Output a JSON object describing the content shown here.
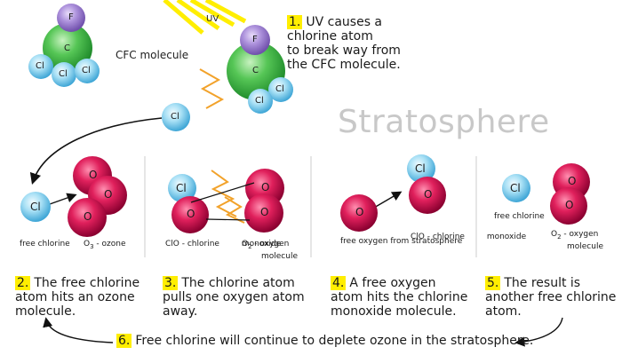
{
  "colors": {
    "chlorine": "#8fd3ef",
    "oxygen": "#d0104a",
    "carbon": "#4cc24c",
    "fluorine": "#a98ad6",
    "uv": "#ffee00",
    "highlight": "#ffee00",
    "bond": "#f2a22a",
    "watermark": "#c8c8c8"
  },
  "labels": {
    "uv": "UV",
    "cfc_molecule": "CFC molecule",
    "stratosphere": "Stratosphere",
    "free_chlorine": "free chlorine",
    "o3": "O",
    "o3_sub": "3",
    "o3_rest": " - ozone",
    "clo_chlorine": "ClO - chlorine",
    "clo_monoxide": "monoxide",
    "o2": "O",
    "o2_sub": "2",
    "o2_rest": " - oxygen",
    "o2_molecule": "molecule",
    "free_oxygen": "free oxygen",
    "from_stratosphere": "from stratosphere",
    "clo_chlorine_2": "ClO - chlorine",
    "clo_monoxide_2": "monoxide",
    "free_chlorine_2": "free chlorine",
    "o2_b": "O",
    "o2_b_sub": "2",
    "o2_b_rest": " - oxygen",
    "o2_b_molecule": "molecule"
  },
  "atoms": {
    "F": "F",
    "C": "C",
    "Cl": "Cl",
    "O": "O"
  },
  "steps": {
    "s1": {
      "num": "1.",
      "lines": [
        "UV causes a",
        "chlorine atom",
        "to break way from",
        "the CFC molecule."
      ]
    },
    "s2": {
      "num": "2.",
      "lines": [
        "The free chlorine",
        "atom hits an ozone",
        "molecule."
      ]
    },
    "s3": {
      "num": "3.",
      "lines": [
        "The chlorine atom",
        "pulls one oxygen atom",
        "away."
      ]
    },
    "s4": {
      "num": "4.",
      "lines": [
        "A free oxygen",
        "atom hits the chlorine",
        "monoxide molecule."
      ]
    },
    "s5": {
      "num": "5.",
      "lines": [
        "The result is",
        "another free chlorine",
        "atom."
      ]
    },
    "s6": {
      "num": "6.",
      "text": "Free chlorine will continue to deplete ozone in the stratosphere."
    }
  }
}
